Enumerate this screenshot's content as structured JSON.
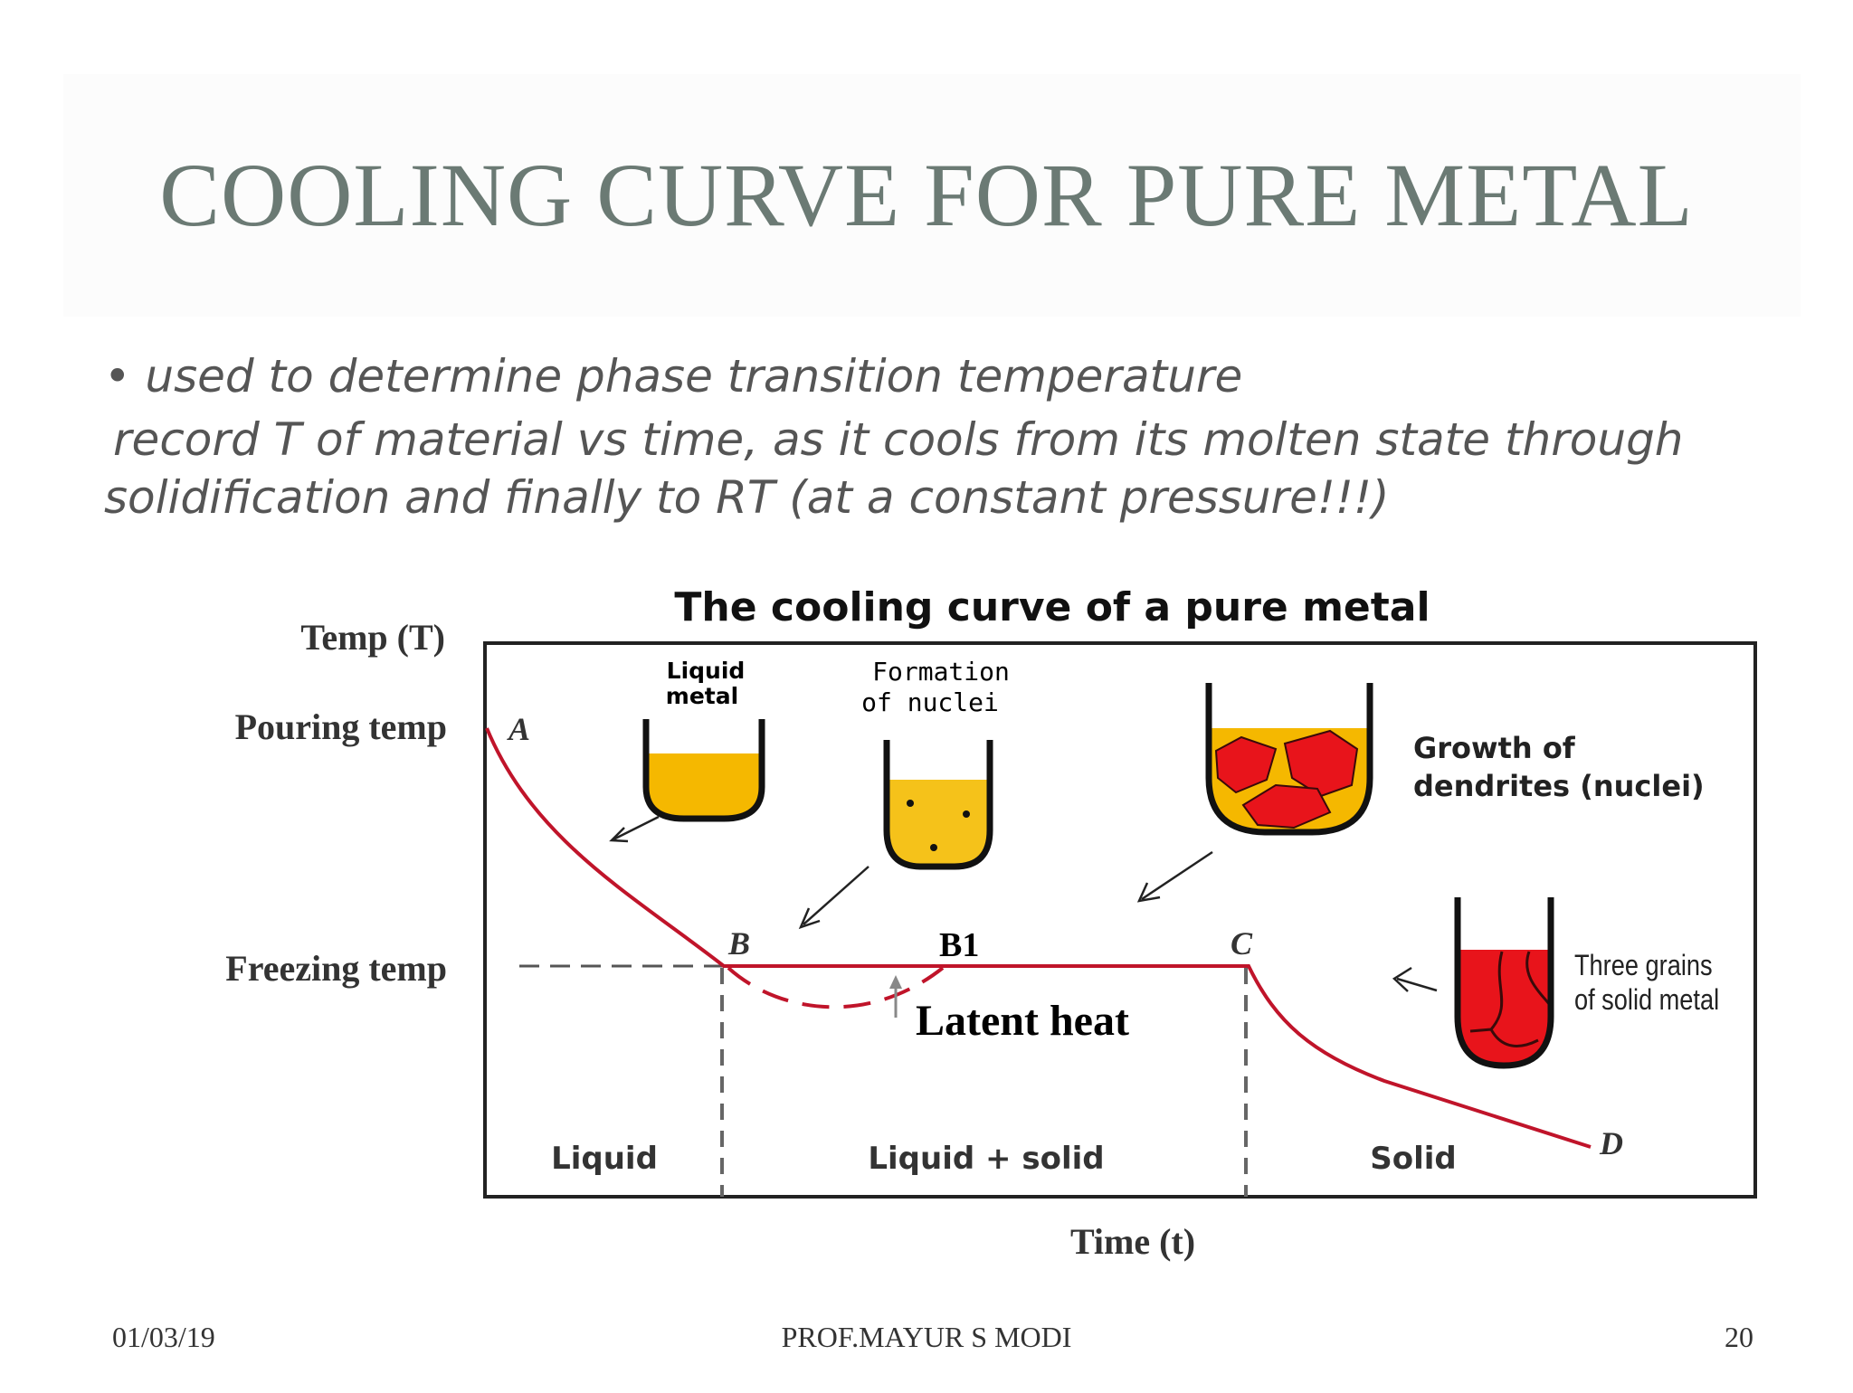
{
  "slide": {
    "title": "COOLING CURVE FOR PURE METAL",
    "bullets": [
      "• used to determine phase transition temperature",
      " record T of material vs time, as it cools from its molten state through",
      "solidification and finally to RT (at a constant pressure!!!)"
    ]
  },
  "diagram": {
    "title": "The cooling curve of a pure metal",
    "y_axis_label": "Temp (T)",
    "x_axis_label": "Time (t)",
    "temp_labels": {
      "pouring": "Pouring temp",
      "freezing": "Freezing temp"
    },
    "points": {
      "A": "A",
      "B": "B",
      "B1": "B1",
      "C": "C",
      "D": "D"
    },
    "latent_heat": "Latent heat",
    "regions": {
      "liquid": "Liquid",
      "liquid_solid": "Liquid + solid",
      "solid": "Solid"
    },
    "stages": {
      "liquid_metal": [
        "Liquid",
        "metal"
      ],
      "nuclei": [
        "Formation",
        "of nuclei"
      ],
      "dendrites": [
        "Growth of",
        "dendrites (nuclei)"
      ],
      "grains": [
        "Three grains",
        "of solid metal"
      ]
    },
    "colors": {
      "curve": "#c0142a",
      "liquid_metal": "#f5b800",
      "solid_metal": "#e8141b"
    }
  },
  "footer": {
    "date": "01/03/19",
    "author": "PROF.MAYUR S MODI",
    "page": "20"
  }
}
